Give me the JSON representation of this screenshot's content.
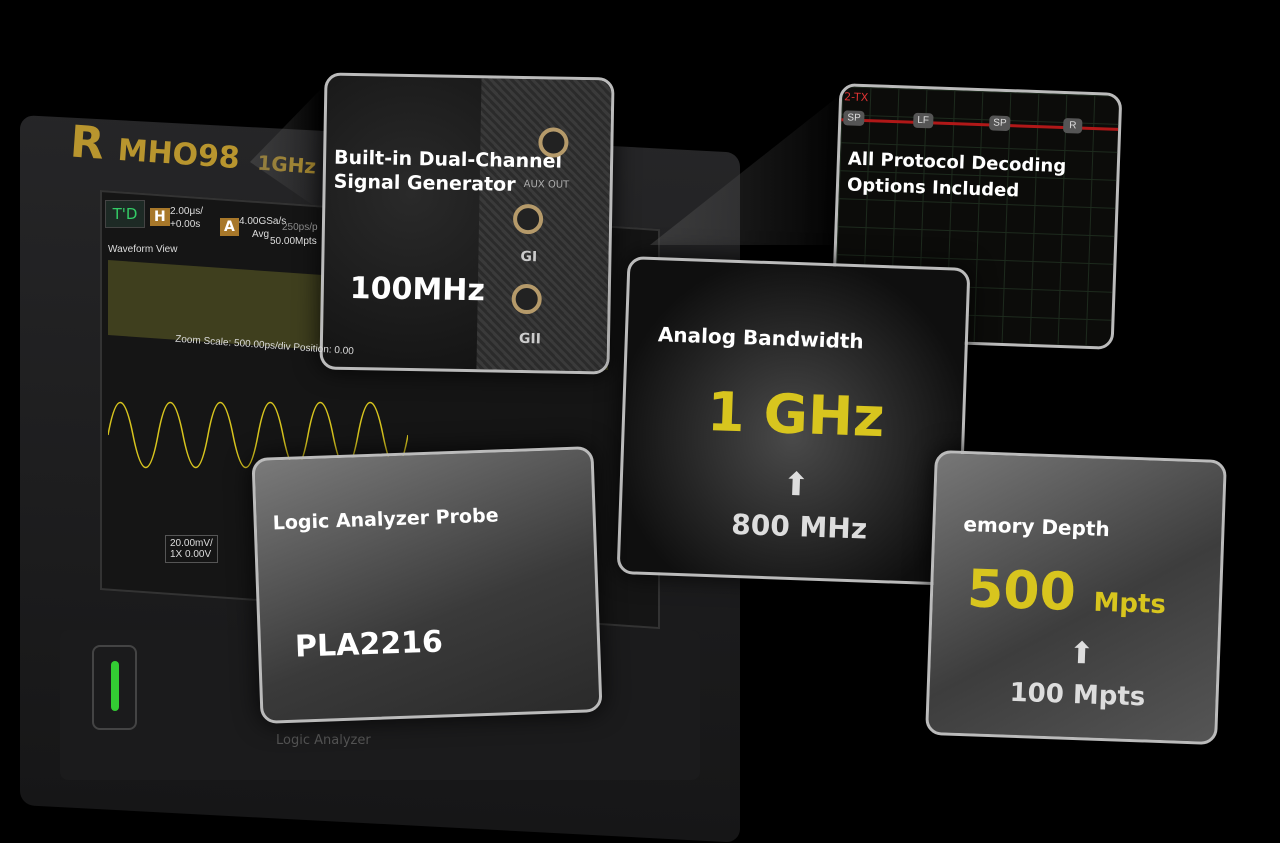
{
  "scope": {
    "logo_letter": "R",
    "model": "MHO98",
    "bandwidth": "1GHz",
    "screen": {
      "mode": "T'D",
      "horizontal_label": "H",
      "timebase": "2.00μs/",
      "offset": "+0.00s",
      "acq_label": "A",
      "sample_rate": "4.00GSa/s",
      "acq_mode": "Avg",
      "scale": "250ps/p",
      "memory": "50.00Mpts",
      "view_title": "Waveform View",
      "zoom_line": "Zoom  Scale: 500.00ps/div  Position: 0.00",
      "ch1_scale": "20.00mV/",
      "ch1_offset": "0.00V",
      "ch1_coupling": "1X"
    },
    "bottom_label": "Logic Analyzer"
  },
  "callouts": {
    "signal_generator": {
      "title": "Built-in Dual-Channel Signal Generator",
      "value": "100MHz",
      "ports": [
        "AUX OUT",
        "GI",
        "GII"
      ]
    },
    "protocol": {
      "title": "All Protocol Decoding Options Included",
      "channel": "2-TX",
      "packets": [
        "SP",
        "LF",
        "SP",
        "R"
      ]
    },
    "analog_bandwidth": {
      "title": "Analog Bandwidth",
      "value": "1 GHz",
      "previous": "800 MHz"
    },
    "logic_probe": {
      "title": "Logic Analyzer Probe",
      "model": "PLA2216"
    },
    "memory_depth": {
      "title": "emory Depth",
      "value_number": "500",
      "value_unit": "Mpts",
      "previous": "100 Mpts"
    }
  },
  "colors": {
    "accent_yellow": "#d8c51e",
    "brand_gold": "#b8952e",
    "frame": "#bbbbbb"
  }
}
